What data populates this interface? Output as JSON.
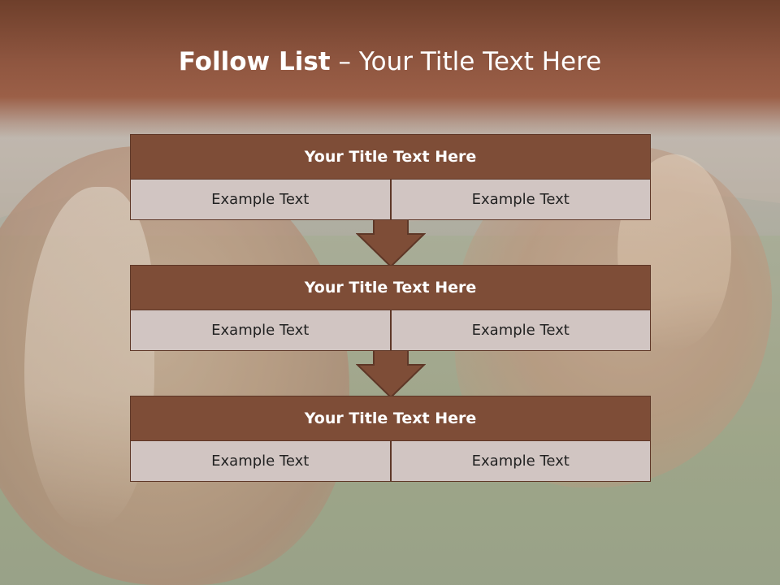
{
  "slide": {
    "title_bold": "Follow List",
    "title_rest": " – Your Title Text Here"
  },
  "blocks": [
    {
      "title": "Your Title Text Here",
      "left_text": "Example Text",
      "right_text": "Example Text"
    },
    {
      "title": "Your Title Text Here",
      "left_text": "Example Text",
      "right_text": "Example Text"
    },
    {
      "title": "Your Title Text Here",
      "left_text": "Example Text",
      "right_text": "Example Text"
    }
  ],
  "colors": {
    "header_fill": "#7e4d37",
    "cell_fill": "#d1c5c2",
    "border": "#5e3727",
    "title_band": "#8f5640"
  }
}
